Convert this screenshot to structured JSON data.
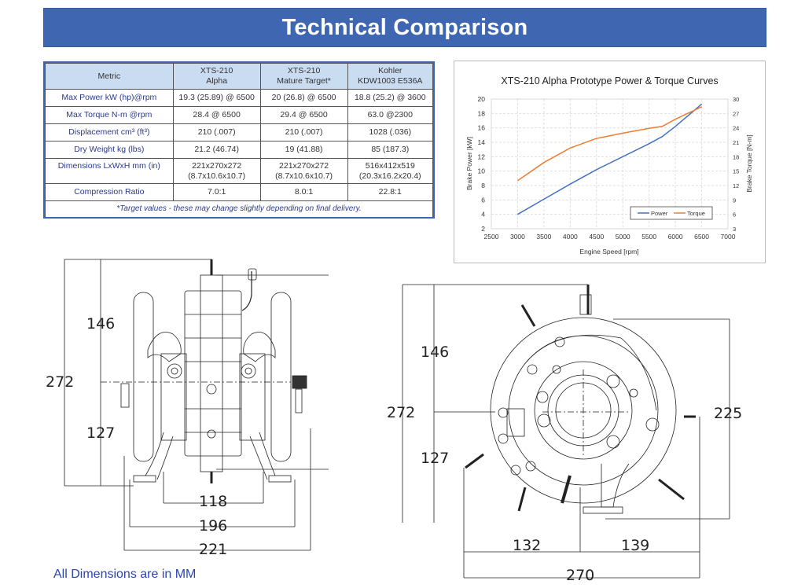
{
  "header": {
    "title": "Technical Comparison"
  },
  "spec_table": {
    "columns": [
      {
        "line1": "Metric",
        "line2": ""
      },
      {
        "line1": "XTS-210",
        "line2": "Alpha"
      },
      {
        "line1": "XTS-210",
        "line2": "Mature Target*"
      },
      {
        "line1": "Kohler",
        "line2": "KDW1003 E536A"
      }
    ],
    "rows": [
      {
        "metric": "Max Power kW (hp)@rpm",
        "alpha": "19.3 (25.89) @ 6500",
        "target": "20 (26.8) @ 6500",
        "kohler": "18.8 (25.2) @ 3600"
      },
      {
        "metric": "Max Torque N-m @rpm",
        "alpha": "28.4 @ 6500",
        "target": "29.4 @ 6500",
        "kohler": "63.0 @2300"
      },
      {
        "metric": "Displacement cm³ (ft³)",
        "alpha": "210 (.007)",
        "target": "210 (.007)",
        "kohler": "1028 (.036)"
      },
      {
        "metric": "Dry Weight kg (lbs)",
        "alpha": "21.2 (46.74)",
        "target": "19 (41.88)",
        "kohler": "85 (187.3)"
      },
      {
        "metric": "Dimensions LxWxH mm (in)",
        "alpha": "221x270x272",
        "alpha2": "(8.7x10.6x10.7)",
        "target": "221x270x272",
        "target2": "(8.7x10.6x10.7)",
        "kohler": "516x412x519",
        "kohler2": "(20.3x16.2x20.4)"
      },
      {
        "metric": "Compression Ratio",
        "alpha": "7.0:1",
        "target": "8.0:1",
        "kohler": "22.8:1"
      }
    ],
    "note": "*Target values - these may change slightly depending on final delivery."
  },
  "chart_data": {
    "type": "line",
    "title": "XTS-210 Alpha Prototype Power & Torque Curves",
    "xlabel": "Engine Speed [rpm]",
    "ylabel": "Brake Power [kW]",
    "y2label": "Brake Torque [N-m]",
    "xlim": [
      2500,
      7000
    ],
    "ylim": [
      2,
      20
    ],
    "y2lim": [
      3,
      30
    ],
    "x_ticks": [
      "2500",
      "3000",
      "3500",
      "4000",
      "4500",
      "5000",
      "5500",
      "6000",
      "6500",
      "7000"
    ],
    "y_ticks": [
      "2",
      "4",
      "6",
      "8",
      "10",
      "12",
      "14",
      "16",
      "18",
      "20"
    ],
    "y2_ticks": [
      "3",
      "6",
      "9",
      "12",
      "15",
      "18",
      "21",
      "24",
      "27",
      "30"
    ],
    "grid": true,
    "legend_position": "lower right",
    "x": [
      3000,
      3500,
      4000,
      4500,
      5000,
      5500,
      5750,
      6000,
      6500
    ],
    "series": [
      {
        "name": "Power",
        "axis": "left",
        "color": "#4472c4",
        "values": [
          4.0,
          6.1,
          8.2,
          10.2,
          12.0,
          13.8,
          14.8,
          16.2,
          19.3
        ]
      },
      {
        "name": "Torque",
        "axis": "right",
        "color": "#ed7d31",
        "values": [
          13.0,
          16.8,
          19.8,
          21.8,
          22.9,
          23.9,
          24.3,
          25.8,
          28.4
        ]
      }
    ]
  },
  "drawings": {
    "front_view": {
      "dim_total_height": "272",
      "dim_upper": "146",
      "dim_lower": "127",
      "dim_inner_width": "118",
      "dim_mid_width": "196",
      "dim_total_width": "221"
    },
    "side_view": {
      "dim_total_height": "272",
      "dim_upper": "146",
      "dim_lower": "127",
      "dim_right_height": "225",
      "dim_left_width": "132",
      "dim_right_width": "139",
      "dim_total_width": "270"
    }
  },
  "footer": {
    "note": "All Dimensions are in MM"
  },
  "colors": {
    "banner": "#3f67b1",
    "table_header": "#c9dcf2",
    "text_blue": "#2b3a8c",
    "power": "#4472c4",
    "torque": "#ed7d31"
  }
}
